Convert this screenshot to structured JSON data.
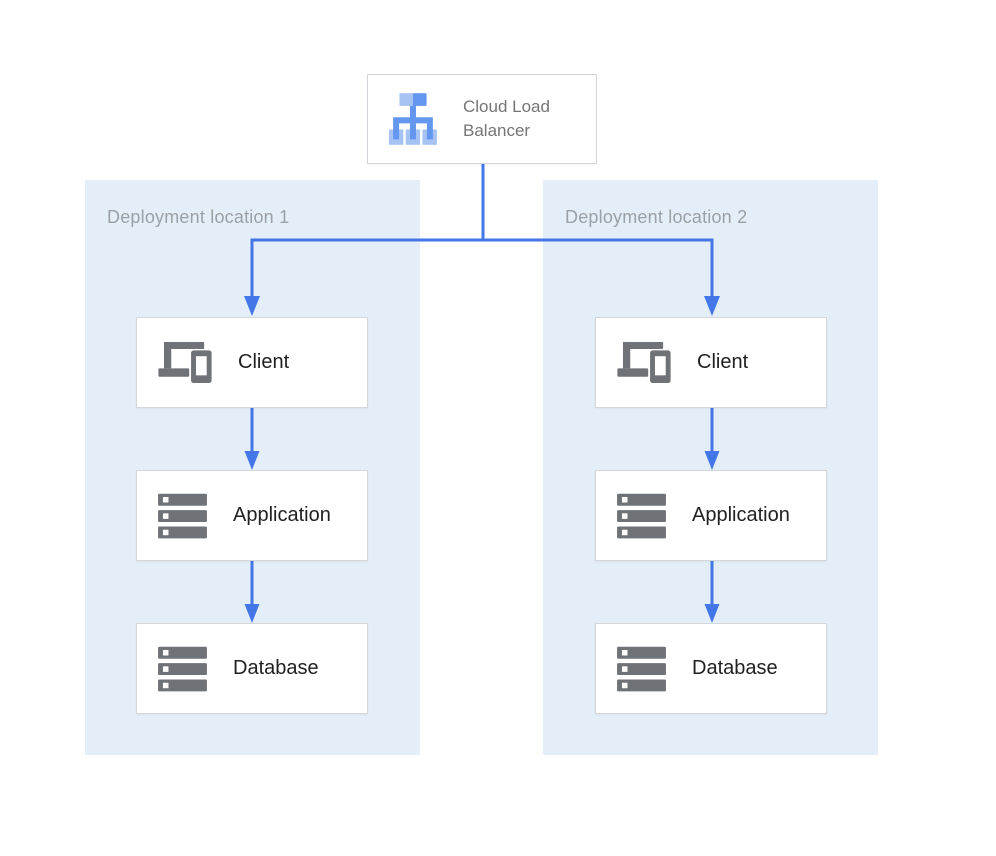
{
  "load_balancer": {
    "label": "Cloud Load Balancer"
  },
  "locations": [
    {
      "label": "Deployment location 1",
      "nodes": [
        {
          "label": "Client",
          "icon": "devices-icon"
        },
        {
          "label": "Application",
          "icon": "storage-icon"
        },
        {
          "label": "Database",
          "icon": "storage-icon"
        }
      ]
    },
    {
      "label": "Deployment location 2",
      "nodes": [
        {
          "label": "Client",
          "icon": "devices-icon"
        },
        {
          "label": "Application",
          "icon": "storage-icon"
        },
        {
          "label": "Database",
          "icon": "storage-icon"
        }
      ]
    }
  ],
  "colors": {
    "accent_blue": "#4377E8",
    "panel_blue": "#E4EEF9",
    "icon_gray": "#6F7276",
    "icon_blue_light": "#A6C3F3",
    "icon_blue_medium": "#6396EF",
    "label_dark": "#212121",
    "muted_gray": "#9AA0A6",
    "lb_text_gray": "#757575",
    "box_border": "#D3D6DA"
  }
}
